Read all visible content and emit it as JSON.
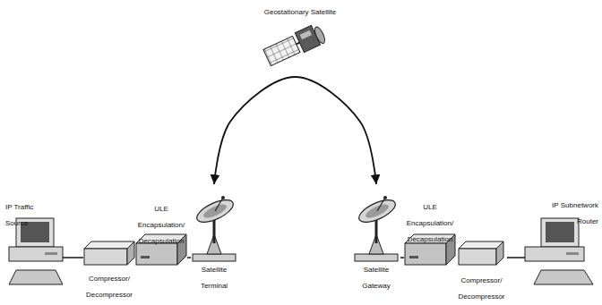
{
  "diagram": {
    "nodes": [
      {
        "text": [
          "Geostationary Satellite"
        ]
      },
      {
        "text": [
          "IP Traffic Source"
        ]
      },
      {
        "text": [
          "Compressor/ Decompressor"
        ]
      },
      {
        "text": [
          "ULE Encapsulation/ Decapsulation"
        ]
      },
      {
        "text": [
          "Satellite Terminal"
        ]
      },
      {
        "text": [
          "Satellite Gateway"
        ]
      },
      {
        "text": [
          "ULE Encapsulation/ Decapsulation"
        ]
      },
      {
        "text": [
          "Compressor/ Decompressor"
        ]
      },
      {
        "text": [
          "IP Subnetwork Router"
        ]
      }
    ],
    "edges": [
      {
        "from": 1,
        "to": 2,
        "arrow": "none"
      },
      {
        "from": 2,
        "to": 3,
        "arrow": "none"
      },
      {
        "from": 3,
        "to": 4,
        "arrow": "none"
      },
      {
        "from": 4,
        "to": 5,
        "arrow": "both"
      },
      {
        "from": 5,
        "to": 6,
        "arrow": "none"
      },
      {
        "from": 6,
        "to": 7,
        "arrow": "none"
      },
      {
        "from": 7,
        "to": 8,
        "arrow": "none"
      }
    ]
  }
}
